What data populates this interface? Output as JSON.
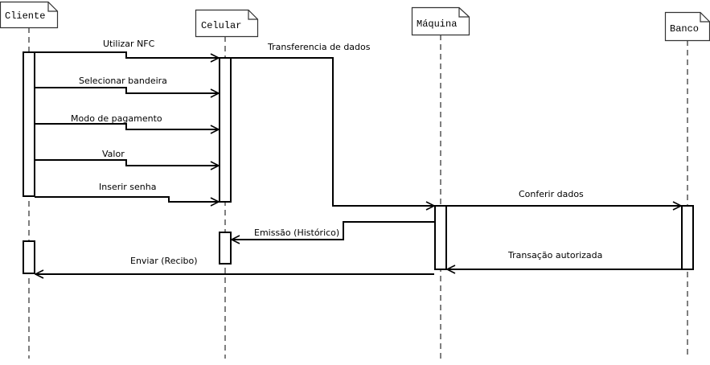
{
  "participants": {
    "cliente": "Cliente",
    "celular": "Celular",
    "maquina": "Máquina",
    "banco": "Banco"
  },
  "messages": {
    "m1": "Utilizar NFC",
    "m2": "Selecionar bandeira",
    "m3": "Modo de pagamento",
    "m4": "Valor",
    "m5": "Inserir senha",
    "m6": "Transferencia de dados",
    "m7": "Conferir dados",
    "m8": "Transação autorizada",
    "m9": "Emissão (Histórico)",
    "m10": "Enviar (Recibo)"
  }
}
